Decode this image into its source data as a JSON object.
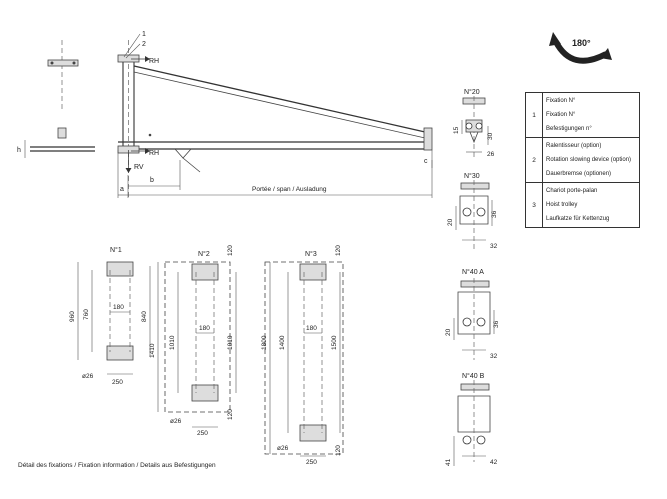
{
  "crane": {
    "callout_1": "1",
    "callout_2": "2",
    "rh_top": "RH",
    "rh_bottom": "RH",
    "rv": "RV",
    "h": "h",
    "a": "a",
    "b": "b",
    "c": "c",
    "span_label": "Portée / span / Ausladung"
  },
  "rotation": {
    "label": "180°"
  },
  "fixations": {
    "n1": {
      "title": "N°1",
      "height": "960",
      "inner": "760",
      "right": "840",
      "center": "180",
      "hole": "ø26",
      "width": "250"
    },
    "n2": {
      "title": "N°2",
      "top": "120",
      "height": "1410",
      "inner": "1010",
      "right": "1010",
      "center": "180",
      "bottom": "120",
      "hole": "ø26",
      "width": "250"
    },
    "n3": {
      "title": "N°3",
      "top": "120",
      "height": "1800",
      "inner": "1400",
      "right": "1500",
      "center": "180",
      "bottom": "120",
      "hole": "ø26",
      "width": "250"
    }
  },
  "trolleys": {
    "n20": {
      "title": "N°20",
      "d1": "15",
      "d2": "30",
      "d3": "26"
    },
    "n30": {
      "title": "N°30",
      "d1": "20",
      "d2": "36",
      "d3": "32"
    },
    "n40a": {
      "title": "N°40 A",
      "d1": "20",
      "d2": "36",
      "d3": "32"
    },
    "n40b": {
      "title": "N°40 B",
      "d1": "41",
      "d2": "42"
    }
  },
  "legend": [
    {
      "num": "1",
      "lines": [
        "Fixation N°",
        "Fixation N°",
        "Befestigungen n°"
      ]
    },
    {
      "num": "2",
      "lines": [
        "Ralentisseur (option)",
        "Rotation slowing device (option)",
        "Dauerbremse (optionen)"
      ]
    },
    {
      "num": "3",
      "lines": [
        "Chariot porte-palan",
        "Hoist trolley",
        "Laufkatze für Kettenzug"
      ]
    }
  ],
  "footer": "Détail des fixations / Fixation information / Details aus Befestigungen"
}
